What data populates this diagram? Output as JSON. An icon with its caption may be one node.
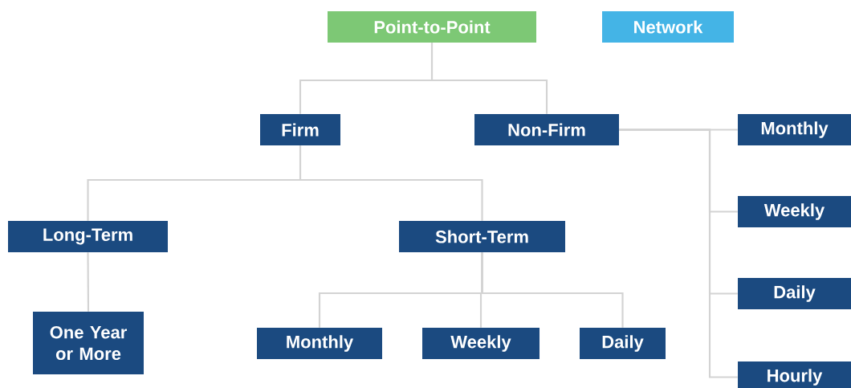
{
  "diagram": {
    "nodes": [
      {
        "text": [
          "Point-to-Point"
        ]
      },
      {
        "text": [
          "Network"
        ]
      },
      {
        "text": [
          "Firm"
        ]
      },
      {
        "text": [
          "Non-Firm"
        ]
      },
      {
        "text": [
          "Long-Term"
        ]
      },
      {
        "text": [
          "Short-Term"
        ]
      },
      {
        "text": [
          "One Year or More"
        ]
      },
      {
        "text": [
          "Monthly"
        ]
      },
      {
        "text": [
          "Weekly"
        ]
      },
      {
        "text": [
          "Daily"
        ]
      },
      {
        "text": [
          "Monthly"
        ]
      },
      {
        "text": [
          "Weekly"
        ]
      },
      {
        "text": [
          "Daily"
        ]
      },
      {
        "text": [
          "Hourly"
        ]
      }
    ],
    "edges": [
      {
        "from": 0,
        "to": 2,
        "arrow": "none"
      },
      {
        "from": 0,
        "to": 3,
        "arrow": "none"
      },
      {
        "from": 2,
        "to": 4,
        "arrow": "none"
      },
      {
        "from": 2,
        "to": 5,
        "arrow": "none"
      },
      {
        "from": 4,
        "to": 6,
        "arrow": "none"
      },
      {
        "from": 5,
        "to": 7,
        "arrow": "none"
      },
      {
        "from": 5,
        "to": 8,
        "arrow": "none"
      },
      {
        "from": 5,
        "to": 9,
        "arrow": "none"
      },
      {
        "from": 3,
        "to": 10,
        "arrow": "none"
      },
      {
        "from": 3,
        "to": 11,
        "arrow": "none"
      },
      {
        "from": 3,
        "to": 12,
        "arrow": "none"
      },
      {
        "from": 3,
        "to": 13,
        "arrow": "none"
      }
    ]
  }
}
